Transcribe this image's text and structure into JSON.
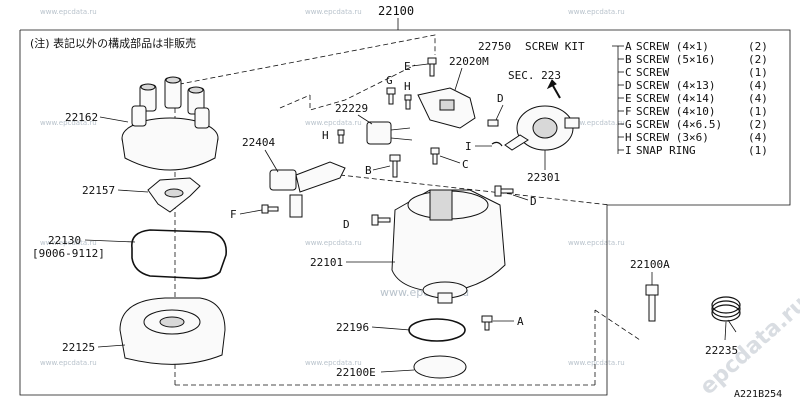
{
  "diagram": {
    "main_part": "22100",
    "note": "(注) 表記以外の構成部品は非販売",
    "sec_ref": "SEC. 223",
    "figure_code": "A221B254",
    "watermark": "www.epcdata.ru",
    "watermark_center": "www.epcdata.ru",
    "watermark_corner": "epcdata.ru",
    "screw_kit": {
      "part": "22750",
      "label": "SCREW KIT",
      "items": [
        {
          "letter": "A",
          "name": "SCREW (4×1)",
          "qty": "(2)"
        },
        {
          "letter": "B",
          "name": "SCREW (5×16)",
          "qty": "(2)"
        },
        {
          "letter": "C",
          "name": "SCREW",
          "qty": "(1)"
        },
        {
          "letter": "D",
          "name": "SCREW (4×13)",
          "qty": "(4)"
        },
        {
          "letter": "E",
          "name": "SCREW (4×14)",
          "qty": "(4)"
        },
        {
          "letter": "F",
          "name": "SCREW (4×10)",
          "qty": "(1)"
        },
        {
          "letter": "G",
          "name": "SCREW (4×6.5)",
          "qty": "(2)"
        },
        {
          "letter": "H",
          "name": "SCREW (3×6)",
          "qty": "(4)"
        },
        {
          "letter": "I",
          "name": "SNAP RING",
          "qty": "(1)"
        }
      ]
    },
    "callouts": {
      "p22162": "22162",
      "p22157": "22157",
      "p22130": "22130",
      "p22130_range": "[9006-9112]",
      "p22125": "22125",
      "p22404": "22404",
      "p22229": "22229",
      "p22020M": "22020M",
      "p22301": "22301",
      "p22101": "22101",
      "p22196": "22196",
      "p22100E": "22100E",
      "p22100A": "22100A",
      "p22235": "22235"
    },
    "letters": {
      "A": "A",
      "B": "B",
      "C": "C",
      "D": "D",
      "E": "E",
      "F": "F",
      "G": "G",
      "H": "H",
      "I": "I"
    }
  }
}
